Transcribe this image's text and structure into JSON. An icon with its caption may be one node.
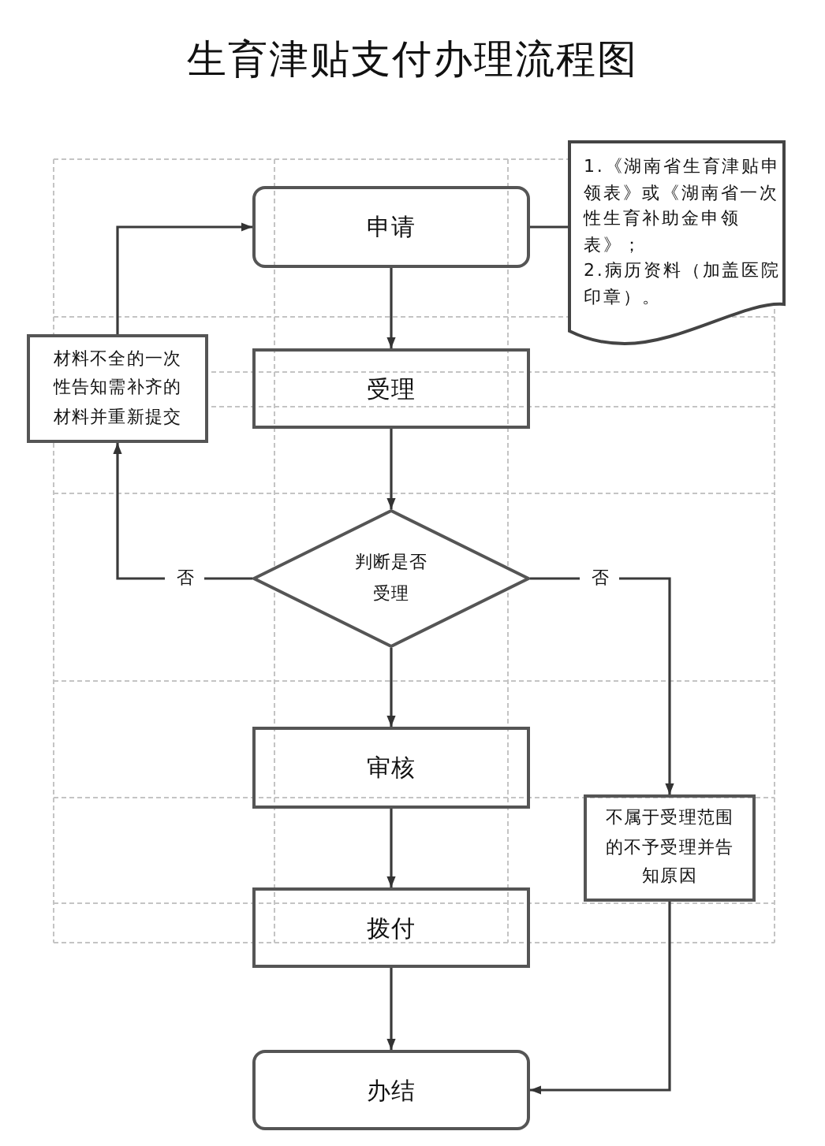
{
  "diagram": {
    "title": "生育津贴支付办理流程图",
    "nodes": [
      {
        "text": [
          "申请"
        ]
      },
      {
        "text": [
          "1.《湖南省生育津贴申领表》或《湖南省一次性生育补助金申领表》；",
          "2.病历资料（加盖医院印章）。"
        ]
      },
      {
        "text": [
          "材料不全的一次性告知需补齐的材料并重新提交"
        ]
      },
      {
        "text": [
          "受理"
        ]
      },
      {
        "text": [
          "判断是否受理"
        ]
      },
      {
        "text": [
          "审核"
        ]
      },
      {
        "text": [
          "不属于受理范围的不予受理并告知原因"
        ]
      },
      {
        "text": [
          "拨付"
        ]
      },
      {
        "text": [
          "办结"
        ]
      }
    ],
    "edges": [
      {
        "from": 0,
        "to": 3,
        "arrow": "to"
      },
      {
        "from": 3,
        "to": 4,
        "arrow": "to"
      },
      {
        "from": 4,
        "to": 5,
        "arrow": "to"
      },
      {
        "from": 5,
        "to": 7,
        "arrow": "to"
      },
      {
        "from": 7,
        "to": 8,
        "arrow": "to"
      },
      {
        "from": 4,
        "to": 2,
        "arrow": "to",
        "label": "否"
      },
      {
        "from": 2,
        "to": 0,
        "arrow": "to"
      },
      {
        "from": 4,
        "to": 6,
        "arrow": "to",
        "label": "否"
      },
      {
        "from": 6,
        "to": 8,
        "arrow": "to"
      },
      {
        "from": 0,
        "to": 1,
        "arrow": "none"
      }
    ]
  }
}
